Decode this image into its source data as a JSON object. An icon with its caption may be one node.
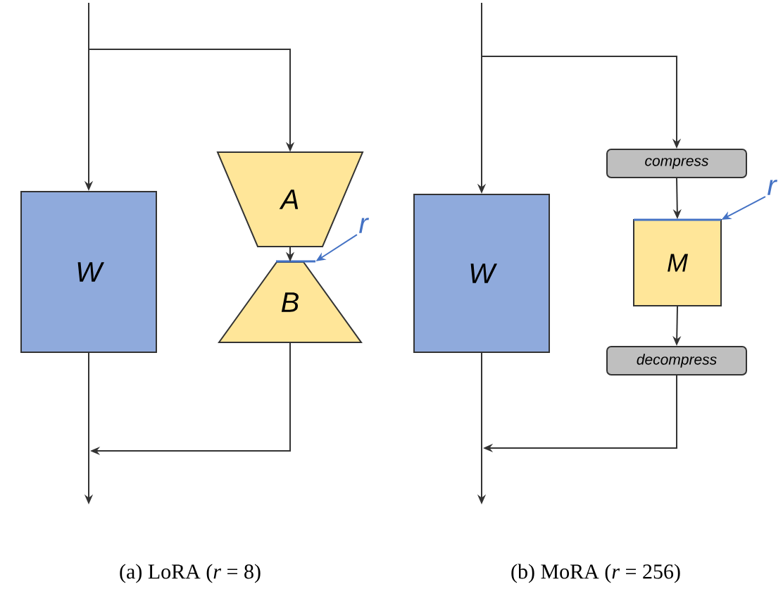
{
  "diagram": {
    "nodes": [
      {
        "text": [
          "W"
        ]
      },
      {
        "text": [
          "A"
        ]
      },
      {
        "text": [
          "B"
        ]
      },
      {
        "text": [
          "r"
        ]
      },
      {
        "text": [
          "W"
        ]
      },
      {
        "text": [
          "compress"
        ]
      },
      {
        "text": [
          "M"
        ]
      },
      {
        "text": [
          "r"
        ]
      },
      {
        "text": [
          "decompress"
        ]
      },
      {
        "text": [],
        "shape": "bar"
      },
      {
        "text": [],
        "shape": "bar"
      }
    ],
    "edges": [
      {
        "from": null,
        "to": 0,
        "arrow": "to"
      },
      {
        "from": null,
        "to": 1,
        "arrow": "to"
      },
      {
        "from": 1,
        "to": 2,
        "arrow": "to"
      },
      {
        "from": 0,
        "to": null,
        "arrow": "to"
      },
      {
        "from": 2,
        "to": null,
        "arrow": "to"
      },
      {
        "from": 3,
        "to": 9,
        "arrow": "to",
        "color": "#4472c4"
      },
      {
        "from": null,
        "to": 4,
        "arrow": "to"
      },
      {
        "from": null,
        "to": 5,
        "arrow": "to"
      },
      {
        "from": 5,
        "to": 6,
        "arrow": "to"
      },
      {
        "from": 6,
        "to": 8,
        "arrow": "to"
      },
      {
        "from": 4,
        "to": null,
        "arrow": "to"
      },
      {
        "from": 8,
        "to": null,
        "arrow": "to"
      },
      {
        "from": 7,
        "to": 10,
        "arrow": "to",
        "color": "#4472c4"
      }
    ],
    "labels": [
      "(a) LoRA (*r* = 8)",
      "(b) MoRA (*r* = 256)"
    ]
  }
}
